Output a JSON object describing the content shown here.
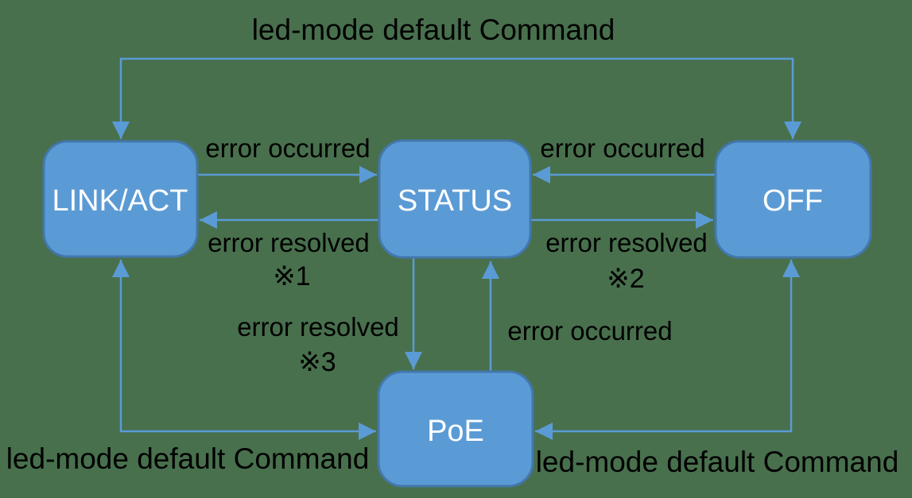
{
  "diagram": {
    "nodes": {
      "link_act": {
        "label": "LINK/ACT"
      },
      "status": {
        "label": "STATUS"
      },
      "off": {
        "label": "OFF"
      },
      "poe": {
        "label": "PoE"
      }
    },
    "edge_labels": {
      "top_command": "led-mode default Command",
      "left_error_occurred": "error occurred",
      "left_error_resolved": "error resolved",
      "left_ref_mark": "※1",
      "right_error_occurred": "error occurred",
      "right_error_resolved": "error resolved",
      "right_ref_mark": "※2",
      "mid_error_resolved": "error resolved",
      "mid_ref_mark": "※3",
      "mid_error_occurred": "error occurred",
      "bottom_left_command": "led-mode default Command",
      "bottom_right_command": "led-mode default Command"
    },
    "colors": {
      "background": "#48704d",
      "node_fill": "#5b9bd5",
      "node_border": "#4377ad",
      "connector": "#5b9bd5",
      "node_text": "#ffffff",
      "label_text": "#000000"
    }
  }
}
